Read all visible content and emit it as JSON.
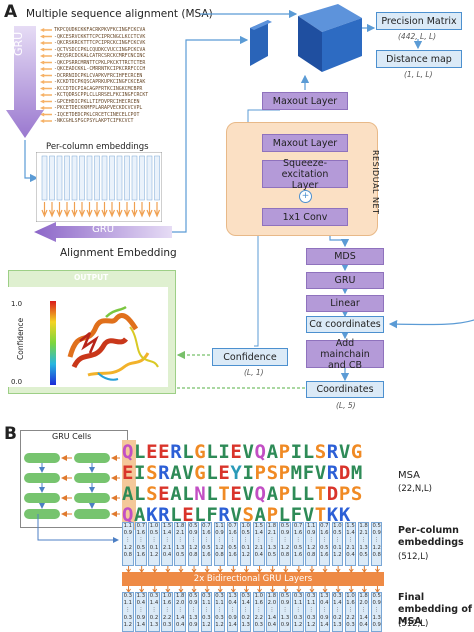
{
  "panel_a": {
    "letter": "A",
    "msa_title": "Multiple sequence alignment (MSA)",
    "msa_rows": [
      "TKPCQUDKCKKFACRKPKVFKCINGFCKCVA",
      "-QKCESRVCKKTTCPCIPRCNGCLKCCTCVK",
      "-QKCRSKRCKTTTCPCIPRCKCINGFCKCVK",
      "-QCTVSDCCPKLCQUDKCVUCCINGPCKCVA",
      "-KEQSRCDCKALCATRCSRCKCMRFCNCINC",
      "-QKCPSRRCMRNTTCPKLPKCKTTRCTCTER",
      "-QKCEADCKKL-CMRRNTKCIPKCRRFCCCH",
      "-DCRRNIDCPKLCVAPKVFRCIHFECRCEN",
      "-KCKDTDCPKQSCAPRKUPKCINGFCKCEAK",
      "-KCCDTDCPIACAGPFRTKCINGKCMCBPR",
      "-KCTQDRSCPPLCLLRRSELFKCINGFCRCKT",
      "-GPCEHDICPKLLTIFDVPRCIHECRCEN",
      "-PKCETDECKKMFPLARAPVECKDCVCVPL",
      "-IQCETDEDCPKLCRCETCINECELCPOT",
      "-NKCGHLSFGCPSYLAKPTCIFKCVCT"
    ],
    "gru_vertical_label": "GRU",
    "per_column_title": "Per-column embeddings",
    "gru_horizontal_label": "GRU",
    "alignment_embedding_label": "Alignment Embedding",
    "output_title": "OUTPUT",
    "colorbar": {
      "label": "Confidence",
      "max": "1.0",
      "min": "0.0"
    },
    "precision_matrix": {
      "label": "Precision Matrix",
      "dims": "(442, L, L)"
    },
    "distance_map": {
      "label": "Distance map",
      "dims": "(1, L, L)"
    },
    "maxout_outer": "Maxout Layer",
    "maxout_inner": "Maxout Layer",
    "squeeze_excitation": "Squeeze-excitation Layer",
    "plus_symbol": "+",
    "conv": "1x1 Conv",
    "residual_net": "RESIDUAL NET",
    "mds": "MDS",
    "gru_box": "GRU",
    "linear": "Linear",
    "ca_coordinates": "Cα coordinates",
    "add_mainchain": "Add mainchain and CB",
    "confidence": {
      "label": "Confidence",
      "dims": "(L, 1)"
    },
    "coordinates": {
      "label": "Coordinates",
      "dims": "(L, 5)"
    }
  },
  "panel_b": {
    "letter": "B",
    "gru_cells_label": "GRU Cells",
    "msa_sequences": [
      "QLEERLGLIEVQAPILSRVG",
      "EISRAVGLEYIPSPMFVRDM",
      "ALSEALNLTEVQAPLLTDPS",
      "QAKRLELFRVSAPLFVTKK"
    ],
    "msa_label": "MSA",
    "msa_dims": "(22,N,L)",
    "per_column_label": "Per-column embeddings",
    "per_column_dims": "(512,L)",
    "embedding_rows": [
      [
        "1.1",
        "0.7",
        "1.0",
        "1.5",
        "1.8",
        "0.5",
        "0.7",
        "1.1",
        "0.7",
        "1.0",
        "1.5",
        "1.8",
        "0.5",
        "0.7",
        "1.1",
        "0.7",
        "1.0",
        "1.5",
        "1.8",
        "0.5"
      ],
      [
        "0.9",
        "1.6",
        "0.5",
        "1.4",
        "2.1",
        "0.9",
        "1.6",
        "0.9",
        "1.6",
        "0.5",
        "1.4",
        "2.1",
        "0.9",
        "1.6",
        "0.9",
        "1.6",
        "0.5",
        "1.4",
        "2.1",
        "0.9"
      ],
      [
        "⋮",
        "⋮",
        "⋮",
        "⋮",
        "⋮",
        "⋮",
        "⋮",
        "⋮",
        "⋮",
        "⋮",
        "⋮",
        "⋮",
        "⋮",
        "⋮",
        "⋮",
        "⋮",
        "⋮",
        "⋮",
        "⋮",
        "⋮"
      ],
      [
        "1.2",
        "0.5",
        "0.1",
        "2.1",
        "1.3",
        "1.2",
        "0.5",
        "1.2",
        "0.5",
        "0.1",
        "2.1",
        "1.3",
        "1.2",
        "0.5",
        "1.2",
        "0.5",
        "0.1",
        "2.1",
        "1.3",
        "1.2"
      ],
      [
        "0.8",
        "1.6",
        "1.2",
        "0.4",
        "0.5",
        "0.8",
        "1.6",
        "0.8",
        "1.6",
        "1.2",
        "0.4",
        "0.5",
        "0.8",
        "1.6",
        "0.8",
        "1.6",
        "1.2",
        "0.4",
        "0.5",
        "0.8"
      ]
    ],
    "bidirectional_label": "2x Bidirectional GRU Layers",
    "final_rows": [
      [
        "0.3",
        "1.3",
        "0.3",
        "1.0",
        "1.8",
        "0.5",
        "0.3",
        "0.3",
        "1.3",
        "0.3",
        "1.0",
        "1.8",
        "0.5",
        "0.3",
        "0.3",
        "1.3",
        "0.3",
        "1.0",
        "1.8",
        "0.5"
      ],
      [
        "1.1",
        "0.4",
        "1.4",
        "1.6",
        "2.0",
        "0.9",
        "1.1",
        "1.1",
        "0.4",
        "1.4",
        "1.6",
        "2.0",
        "0.9",
        "1.1",
        "1.1",
        "0.4",
        "1.4",
        "1.6",
        "2.0",
        "0.9"
      ],
      [
        "⋮",
        "⋮",
        "⋮",
        "⋮",
        "⋮",
        "⋮",
        "⋮",
        "⋮",
        "⋮",
        "⋮",
        "⋮",
        "⋮",
        "⋮",
        "⋮",
        "⋮",
        "⋮",
        "⋮",
        "⋮",
        "⋮",
        "⋮"
      ],
      [
        "0.3",
        "0.9",
        "0.2",
        "2.2",
        "1.4",
        "1.3",
        "0.3",
        "0.3",
        "0.9",
        "0.2",
        "2.2",
        "1.4",
        "1.3",
        "0.3",
        "0.3",
        "0.9",
        "0.2",
        "2.2",
        "1.4",
        "1.3"
      ],
      [
        "1.2",
        "1.4",
        "1.3",
        "0.3",
        "0.4",
        "0.9",
        "1.2",
        "1.2",
        "1.4",
        "1.3",
        "0.3",
        "0.4",
        "0.9",
        "1.2",
        "1.2",
        "1.4",
        "1.3",
        "0.3",
        "0.4",
        "0.9"
      ]
    ],
    "final_label": "Final embedding of MSA",
    "final_dims": "(512,L)"
  },
  "colors": {
    "purple": "#b49ad8",
    "blue_box": "#dbeaf7",
    "blue_border": "#4c90cf",
    "residual_bg": "#fbe0c4",
    "output_bg": "#dff0d0",
    "orange_bar": "#ee8a45",
    "gru_cell": "#77c46f",
    "arrow_blue": "#5b9bd5",
    "arrow_green": "#78c06a"
  }
}
